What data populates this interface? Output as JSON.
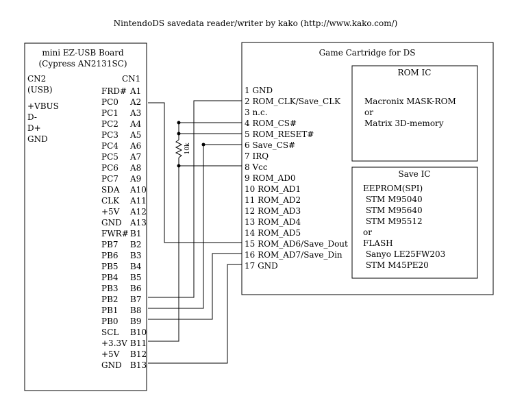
{
  "title": "NintendoDS savedata reader/writer  by kako (http://www.kako.com/)",
  "board": {
    "title_line1": "mini EZ-USB Board",
    "title_line2": "(Cypress AN2131SC)",
    "cn2_label": "CN2",
    "cn2_sub": "(USB)",
    "cn1_label": "CN1",
    "cn2_pins": [
      "+VBUS",
      "D-",
      "D+",
      "GND"
    ],
    "cn1_pins": [
      {
        "name": "FRD#",
        "num": "A1"
      },
      {
        "name": "PC0",
        "num": "A2"
      },
      {
        "name": "PC1",
        "num": "A3"
      },
      {
        "name": "PC2",
        "num": "A4"
      },
      {
        "name": "PC3",
        "num": "A5"
      },
      {
        "name": "PC4",
        "num": "A6"
      },
      {
        "name": "PC5",
        "num": "A7"
      },
      {
        "name": "PC6",
        "num": "A8"
      },
      {
        "name": "PC7",
        "num": "A9"
      },
      {
        "name": "SDA",
        "num": "A10"
      },
      {
        "name": "CLK",
        "num": "A11"
      },
      {
        "name": "+5V",
        "num": "A12"
      },
      {
        "name": "GND",
        "num": "A13"
      },
      {
        "name": "FWR#",
        "num": "B1"
      },
      {
        "name": "PB7",
        "num": "B2"
      },
      {
        "name": "PB6",
        "num": "B3"
      },
      {
        "name": "PB5",
        "num": "B4"
      },
      {
        "name": "PB4",
        "num": "B5"
      },
      {
        "name": "PB3",
        "num": "B6"
      },
      {
        "name": "PB2",
        "num": "B7"
      },
      {
        "name": "PB1",
        "num": "B8"
      },
      {
        "name": "PB0",
        "num": "B9"
      },
      {
        "name": "SCL",
        "num": "B10"
      },
      {
        "name": "+3.3V",
        "num": "B11"
      },
      {
        "name": "+5V",
        "num": "B12"
      },
      {
        "name": "GND",
        "num": "B13"
      }
    ]
  },
  "cartridge": {
    "title": "Game Cartridge for DS",
    "pins": [
      "1 GND",
      "2 ROM_CLK/Save_CLK",
      "3 n.c.",
      "4 ROM_CS#",
      "5 ROM_RESET#",
      "6 Save_CS#",
      "7 IRQ",
      "8 Vcc",
      "9 ROM_AD0",
      "10 ROM_AD1",
      "11 ROM_AD2",
      "12 ROM_AD3",
      "13 ROM_AD4",
      "14 ROM_AD5",
      "15 ROM_AD6/Save_Dout",
      "16 ROM_AD7/Save_Din",
      "17 GND"
    ],
    "rom_ic": {
      "title": "ROM IC",
      "lines": [
        "Macronix MASK-ROM",
        "or",
        "Matrix 3D-memory"
      ]
    },
    "save_ic": {
      "title": "Save IC",
      "lines": [
        "EEPROM(SPI)",
        " STM M95040",
        " STM M95640",
        " STM M95512",
        "or",
        "FLASH",
        " Sanyo LE25FW203",
        " STM M45PE20"
      ]
    }
  },
  "resistor_label": "10k"
}
